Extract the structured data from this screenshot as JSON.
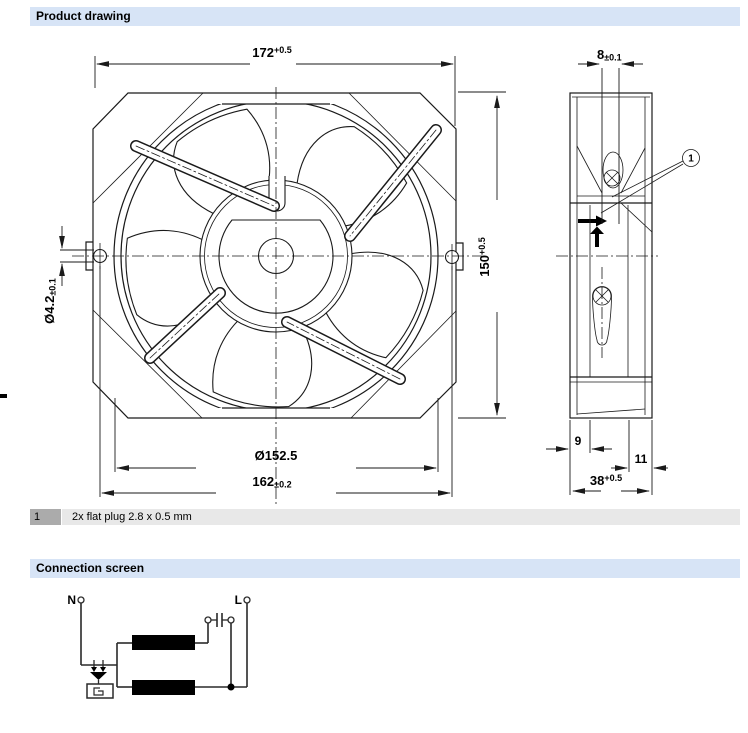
{
  "product_drawing": {
    "title": "Product drawing",
    "front_view": {
      "dims": {
        "width": {
          "value": "172",
          "tol": "+0.5"
        },
        "height": {
          "value": "150",
          "tol": "+0.5"
        },
        "hole_dia": {
          "value": "Ø4.2",
          "tol": "±0.1"
        },
        "venturi_dia": {
          "value": "Ø152.5",
          "tol": ""
        },
        "hole_spacing": {
          "value": "162",
          "tol": "±0.2"
        }
      }
    },
    "side_view": {
      "dims": {
        "plug_width": {
          "value": "8",
          "tol": "±0.1"
        },
        "offset_a": {
          "value": "9",
          "tol": ""
        },
        "offset_b": {
          "value": "11",
          "tol": ""
        },
        "depth": {
          "value": "38",
          "tol": "+0.5"
        }
      },
      "callout_label": "1"
    },
    "legend": {
      "index": "1",
      "text": "2x flat plug 2.8 x 0.5 mm"
    }
  },
  "connection": {
    "title": "Connection screen",
    "terminals": {
      "neutral": "N",
      "live": "L"
    }
  },
  "icons": [
    "callout-1-icon",
    "airflow-arrow-icon",
    "capacitor-symbol",
    "thermal-protector-symbol",
    "winding-symbol"
  ],
  "colors": {
    "section_header_bg": "#d7e4f6",
    "legend_index_bg": "#ababab",
    "legend_row_bg": "#e8e8e8",
    "line": "#1a1a1a",
    "page_bg": "#ffffff"
  }
}
